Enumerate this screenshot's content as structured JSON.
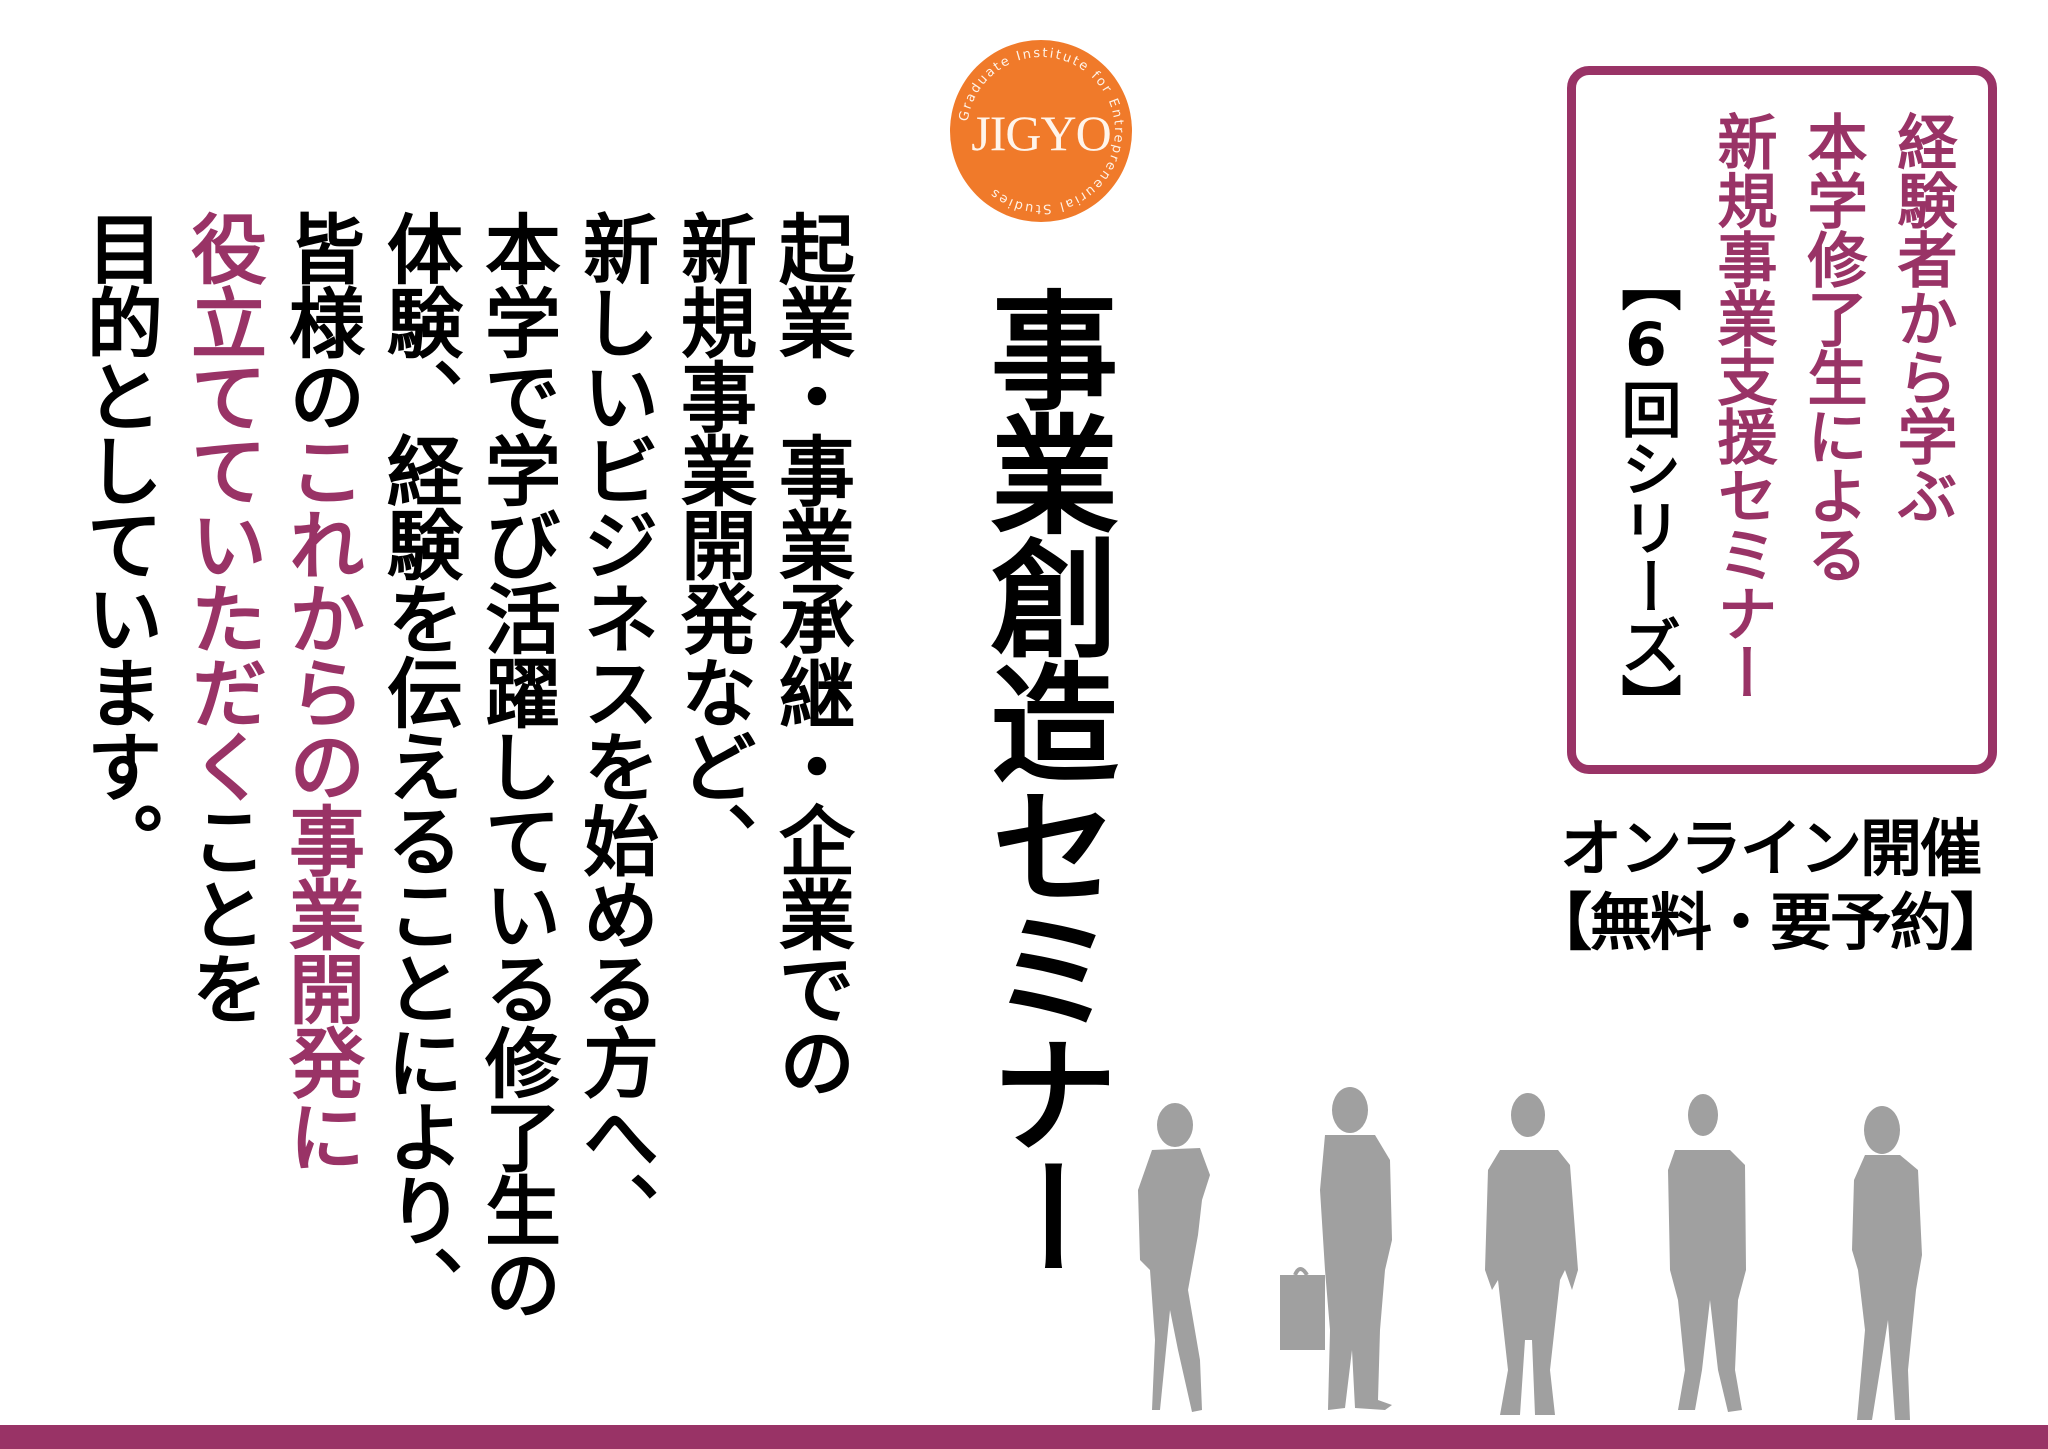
{
  "logo": {
    "text": "JIGYO",
    "ring_text": "Graduate Institute for Entrepreneurial Studies",
    "color": "#f07a2a"
  },
  "title": {
    "text": "事業創造セミナー"
  },
  "body_text": {
    "columns": [
      {
        "segments": [
          {
            "text": "起業・事業承継・企業での",
            "highlight": false
          }
        ]
      },
      {
        "segments": [
          {
            "text": "新規事業開発など、",
            "highlight": false
          }
        ]
      },
      {
        "segments": [
          {
            "text": "新しいビジネスを始める方へ、",
            "highlight": true
          }
        ]
      },
      {
        "segments": [
          {
            "text": "本学で学び活躍している修了生の",
            "highlight": false
          }
        ]
      },
      {
        "segments": [
          {
            "text": "体験、経験を伝えることにより、",
            "highlight": false
          }
        ]
      },
      {
        "segments": [
          {
            "text": "皆様の",
            "highlight": false
          },
          {
            "text": "これからの事業開発に",
            "highlight": true
          }
        ]
      },
      {
        "segments": [
          {
            "text": "役立てていただく",
            "highlight": true
          },
          {
            "text": "ことを",
            "highlight": false
          }
        ]
      },
      {
        "segments": [
          {
            "text": "目的としています。",
            "highlight": false
          }
        ]
      }
    ],
    "highlight_color": "#993366"
  },
  "series_box": {
    "lines": [
      "経験者から学ぶ",
      "本学修了生による",
      "新規事業支援セミナー",
      "【6回シリーズ】"
    ],
    "border_color": "#993366"
  },
  "event_info": {
    "format": "オンライン開催",
    "conditions": "【無料・要予約】"
  },
  "illustration": {
    "description": "silhouettes of five business people",
    "count": 5,
    "color": "#a0a0a0"
  },
  "footer": {
    "bar_color": "#993366"
  }
}
